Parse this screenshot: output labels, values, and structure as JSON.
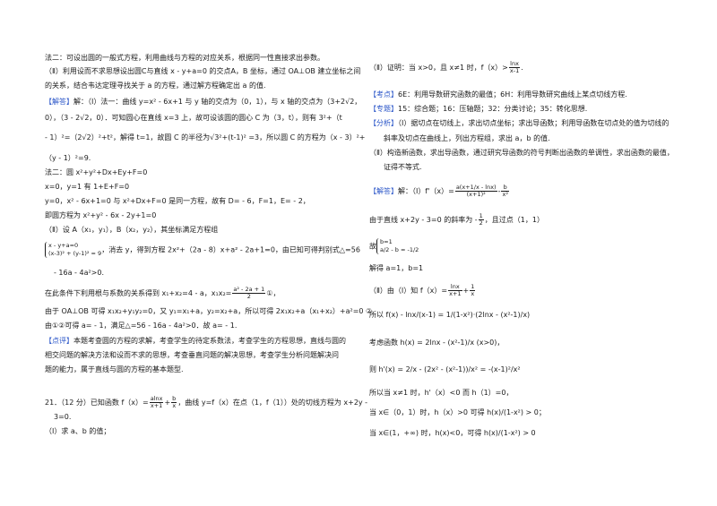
{
  "left": {
    "l1": "法二：可设出圆的一般式方程，利用曲线与方程的对应关系，根据同一性直接求出参数。",
    "l2": "（Ⅱ）利用设而不求思想设出圆C与直线 x - y+a=0 的交点A，B 坐标，通过 OA⊥OB 建立坐标之间",
    "l3": "的关系，结合韦达定理寻找关于 a 的方程，通过解方程确定出 a 的值.",
    "sol_tag": "【解答】",
    "l4": "解：（Ⅰ）法一：曲线 y=x² - 6x+1 与 y 轴的交点为（0，1），与 x 轴的交点为（3+2√2，",
    "l5": "0），（3 - 2√2，0）．可知圆心在直线 x=3 上，故可设该圆的圆心 C 为（3，t），则有 3²+（t",
    "l6a": "- 1）²=（2√2）²+t²，解得 t=1，故圆 C 的半径为",
    "l6r": "√3²+(t-1)² =3，所以圆 C 的方程为（x - 3）²+",
    "l7": "（y - 1）²=9.",
    "l8": "法二：圆 x²+y²+Dx+Ey+F=0",
    "l9": "x=0，y=1 有 1+E+F=0",
    "l10": "y=0，x² - 6x+1=0 与 x²+Dx+F=0 是同一方程，故有 D= - 6，F=1，E= - 2，",
    "l11": "即圆方程为 x²+y² - 6x - 2y+1=0",
    "l12": "（Ⅱ）设 A（x₁，y₁），B（x₂，y₂），其坐标满足方程组",
    "sys1": "x - y+a=0",
    "sys2": "(x-3)² + (y-1)² = 9",
    "l13": "，消去 y，得到方程 2x²+（2a - 8）x+a² - 2a+1=0，由已知可得判别式△=56",
    "l14": "- 16a - 4a²>0.",
    "l15a": "在此条件下利用根与系数的关系得到 x₁+x₂=4 - a，x₁x₂=",
    "l15num": "a² - 2a + 1",
    "l15den": "2",
    "l15b": "①，",
    "l16": "由于 OA⊥OB 可得 x₁x₂+y₁y₂=0，又 y₁=x₁+a，y₂=x₂+a，所以可得 2x₁x₂+a（x₁+x₂）+a²=0 ②",
    "l17": "由①②可得 a= - 1，满足△=56 - 16a - 4a²>0．故 a= - 1.",
    "comment_tag": "【点评】",
    "l18": "本题考查圆的方程的求解，考查学生的待定系数法，考查学生的方程思想，直线与圆的",
    "l19": "相交问题的解决方法和设而不求的思想，考查垂直问题的解决思想，考查学生分析问题解决问",
    "l20": "题的能力，属于直线与圆的方程的基本题型.",
    "q_a": "21．（12 分）已知函数 f（x）=",
    "q_n1": "alnx",
    "q_d1": "x+1",
    "q_plus": "+",
    "q_n2": "b",
    "q_d2": "x",
    "q_b": "，曲线 y=f（x）在点（1，f（1））处的切线方程为 x+2y -",
    "l21": "3=0.",
    "l22": "（Ⅰ）求 a、b 的值；"
  },
  "right": {
    "r1a": "（Ⅱ）证明：当 x>0，且 x≠1 时，f（x）>",
    "r1n": "lnx",
    "r1d": "x-1",
    "r1b": ".",
    "kd_tag": "【考点】",
    "r2": "6E：利用导数研究函数的最值；6H：利用导数研究曲线上某点切线方程.",
    "zt_tag": "【专题】",
    "r3": "15：综合题；16：压轴题；32：分类讨论；35：转化思想.",
    "fx_tag": "【分析】",
    "r4": "（Ⅰ）据切点在切线上，求出切点坐标；求出导函数；利用导函数在切点处的值为切线的",
    "r5": "斜率及切点在曲线上，列出方程组，求出 a，b 的值.",
    "r6": "（Ⅱ）构造新函数，求出导函数，通过研究导函数的符号判断出函数的单调性，求出函数的最值，",
    "r7": "证得不等式.",
    "jd_tag": "【解答】",
    "r8a": "解：（Ⅰ）f'（x）=",
    "r8n": "a(x+1/x - lnx)",
    "r8d": "(x+1)²",
    "r8m": "-",
    "r8n2": "b",
    "r8d2": "x²",
    "r9": "由于直线 x+2y - 3=0 的斜率为 -",
    "r9n": "1",
    "r9d": "2",
    "r9b": "，且过点（1，1）",
    "r10a": "故",
    "sysr1": "b=1",
    "sysr2": "a/2 - b = -1/2",
    "r11": "解得 a=1，b=1",
    "r12a": "（Ⅱ）由（Ⅰ）知 f（x）=",
    "r12n": "lnx",
    "r12d": "x+1",
    "r12p": "+",
    "r12n2": "1",
    "r12d2": "x",
    "r13": "所以 f(x) - lnx/(x-1) = 1/(1-x²)·(2lnx - (x²-1)/x)",
    "r14": "考虑函数 h(x) = 2lnx - (x²-1)/x (x>0)，",
    "r15": "则 h'(x) = 2/x - (2x² - (x²-1))/x² = -(x-1)²/x²",
    "r16": "所以当 x≠1 时，h'（x）<0 而 h（1）=0，",
    "r17": "当 x∈（0，1）时，h（x）>0 可得 h(x)/(1-x²) > 0；",
    "r18": "当 x∈(1，+∞) 时，h(x)<0，可得 h(x)/(1-x²) > 0"
  },
  "colors": {
    "tag": "#2a55c8",
    "text": "#1a1a1a",
    "background": "#ffffff"
  }
}
